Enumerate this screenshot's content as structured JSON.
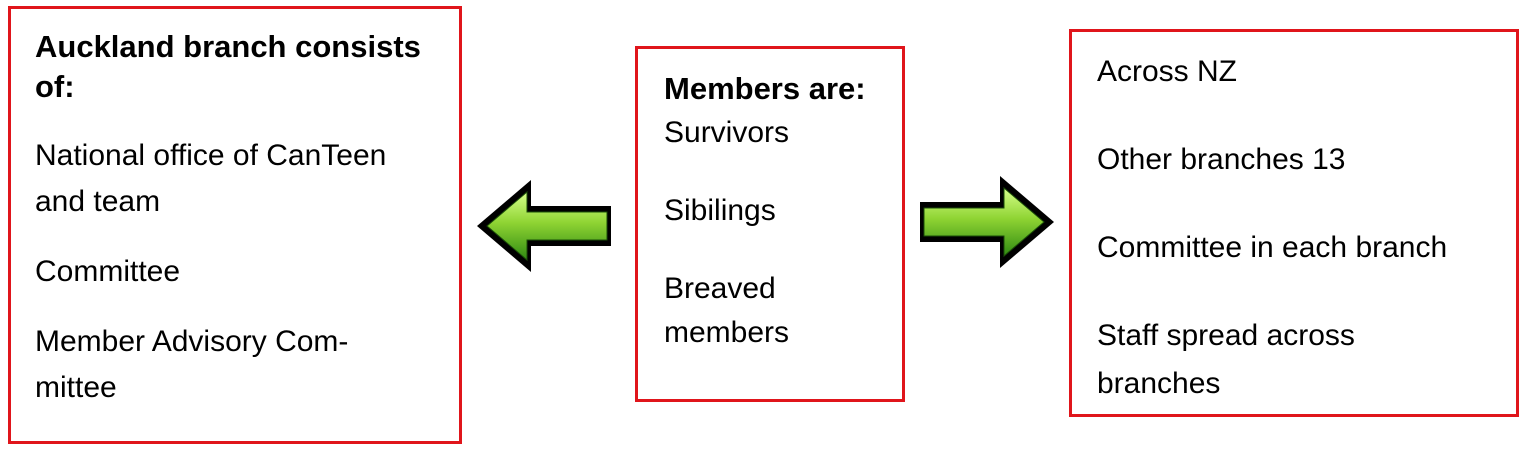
{
  "left_box": {
    "heading": "Auckland branch consists of:",
    "items": [
      "National office of CanTeen and team",
      "Committee",
      "Member Advisory Com-mittee"
    ]
  },
  "center_box": {
    "heading": "Members are:",
    "items": [
      "Survivors",
      "Sibilings",
      "Breaved members"
    ]
  },
  "right_box": {
    "items": [
      "Across NZ",
      "Other branches 13",
      "Committee in each branch",
      "Staff spread across branches"
    ]
  },
  "colors": {
    "box_border": "#e0151b",
    "arrow_green_light": "#b6f05a",
    "arrow_green_dark": "#2f8a12",
    "arrow_outline": "#000000"
  },
  "icons": {
    "left_arrow": "arrow-left-icon",
    "right_arrow": "arrow-right-icon"
  }
}
